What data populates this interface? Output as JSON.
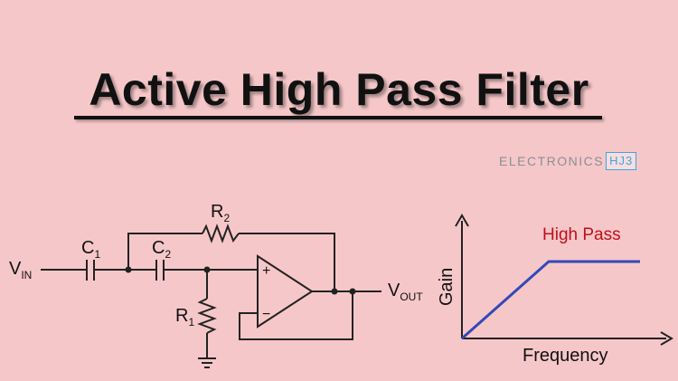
{
  "title": "Active High Pass Filter",
  "brand": {
    "word": "ELECTRONICS",
    "badge": "HJ3"
  },
  "colors": {
    "background": "#f6c7c9",
    "wire": "#222222",
    "response_line": "#3348b8",
    "highpass_label": "#c0101a",
    "badge": "#3aa7e0"
  },
  "circuit": {
    "vin": {
      "main": "V",
      "sub": "IN"
    },
    "vout": {
      "main": "V",
      "sub": "OUT"
    },
    "c1": {
      "main": "C",
      "sub": "1"
    },
    "c2": {
      "main": "C",
      "sub": "2"
    },
    "r1": {
      "main": "R",
      "sub": "1"
    },
    "r2": {
      "main": "R",
      "sub": "2"
    },
    "opamp": {
      "plus": "+",
      "minus": "−"
    }
  },
  "graph": {
    "label": "High Pass",
    "xlabel": "Frequency",
    "ylabel": "Gain"
  }
}
